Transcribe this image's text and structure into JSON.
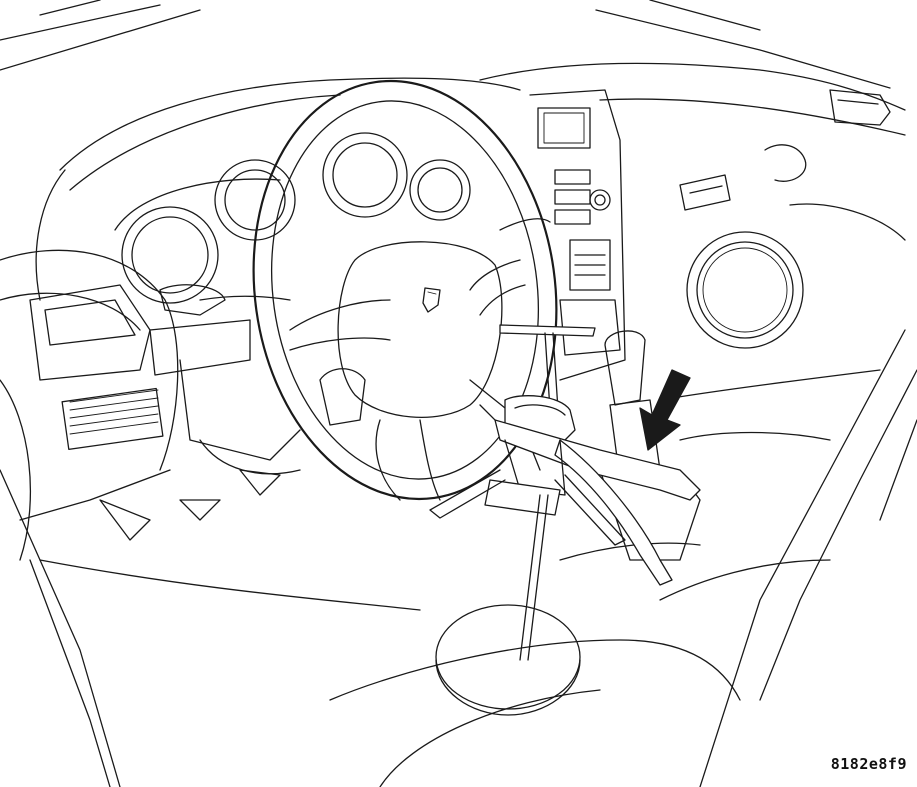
{
  "figure": {
    "id_label": "8182e8f9",
    "subject": "steering-wheel-and-pedal-holding-tool",
    "colors": {
      "line": "#1a1a1a",
      "background": "#ffffff"
    },
    "icons": [
      "steering-wheel",
      "pedal-depressor-tool",
      "callout-arrow"
    ]
  }
}
